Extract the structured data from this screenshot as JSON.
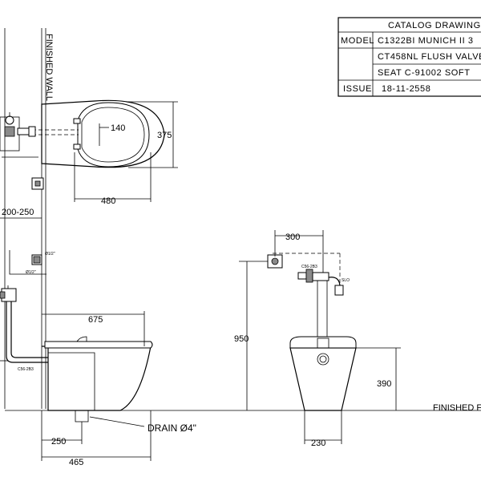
{
  "title_block": {
    "header": "CATALOG DRAWING",
    "rows": [
      {
        "label": "MODEL",
        "value": "C1322BI MUNICH II 3"
      },
      {
        "label": "",
        "value": "CT458NL FLUSH VALVE"
      },
      {
        "label": "",
        "value": "SEAT C-91002 SOFT"
      },
      {
        "label": "ISSUE",
        "value": "18-11-2558"
      }
    ]
  },
  "labels": {
    "finished_wall": "FINISHED WALL",
    "finished_floor": "FINISHED F",
    "drain": "DRAIN Ø4\"",
    "pipe_top": "Ø1/2\"",
    "pipe_left": "Ø1/2\"",
    "flush_pipe": "C56-2B3",
    "valve_tag": "SLO",
    "valve_pipe": "C56-2B3"
  },
  "dimensions": {
    "d140": "140",
    "d375": "375",
    "d480": "480",
    "d200_250": "200-250",
    "d675": "675",
    "d250": "250",
    "d465": "465",
    "d300": "300",
    "d950": "950",
    "d390": "390",
    "d230": "230"
  }
}
